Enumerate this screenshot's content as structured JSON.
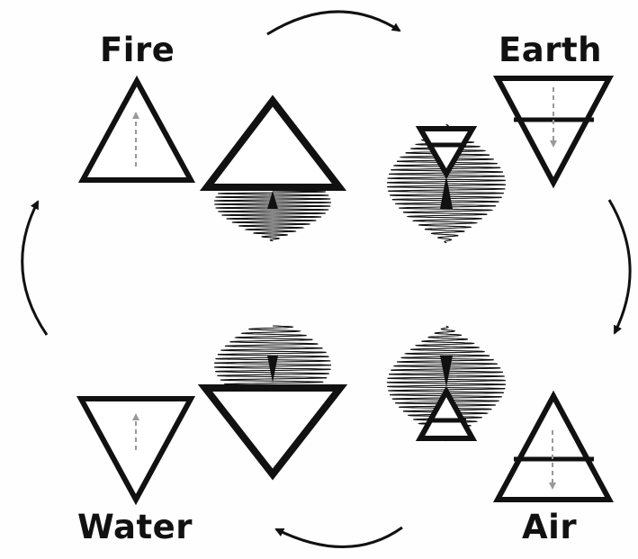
{
  "elements": [
    {
      "id": "fire",
      "label": "Fire"
    },
    {
      "id": "earth",
      "label": "Earth"
    },
    {
      "id": "water",
      "label": "Water"
    },
    {
      "id": "air",
      "label": "Air"
    }
  ],
  "colors": {
    "stroke": "#111111",
    "arrow": "#111111",
    "dashed": "#999999",
    "background": "#fefefe"
  }
}
